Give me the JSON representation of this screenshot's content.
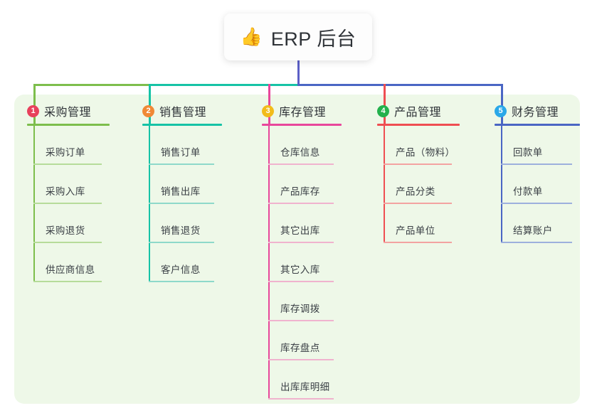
{
  "root": {
    "icon": "thumbs-up-icon",
    "emoji": "👍",
    "title": "ERP 后台"
  },
  "palette": {
    "panel_bg": "#eef8e8",
    "page_bg": "#ffffff",
    "text": "#2f3338",
    "root_trunk": "#5b5fc7"
  },
  "columns": [
    {
      "number": "1",
      "title": "采购管理",
      "badge_color": "#e8415c",
      "line_color": "#7dbe4c",
      "leaf_color": "#b6dc9a",
      "connector_color": "#7dbe4c",
      "children": [
        "采购订单",
        "采购入库",
        "采购退货",
        "供应商信息"
      ]
    },
    {
      "number": "2",
      "title": "销售管理",
      "badge_color": "#f08936",
      "line_color": "#16c3a6",
      "leaf_color": "#8ed9ca",
      "connector_color": "#16c3a6",
      "children": [
        "销售订单",
        "销售出库",
        "销售退货",
        "客户信息"
      ]
    },
    {
      "number": "3",
      "title": "库存管理",
      "badge_color": "#f2bc1b",
      "line_color": "#e8479b",
      "leaf_color": "#f0b3ce",
      "connector_color": "#e8479b",
      "children": [
        "仓库信息",
        "产品库存",
        "其它出库",
        "其它入库",
        "库存调拨",
        "库存盘点",
        "出库库明细"
      ]
    },
    {
      "number": "4",
      "title": "产品管理",
      "badge_color": "#23b14d",
      "line_color": "#ef4e52",
      "leaf_color": "#f3a3a1",
      "connector_color": "#ef4e52",
      "children": [
        "产品（物料）",
        "产品分类",
        "产品单位"
      ]
    },
    {
      "number": "5",
      "title": "财务管理",
      "badge_color": "#2aa8e8",
      "line_color": "#4a66c4",
      "leaf_color": "#9db0dd",
      "connector_color": "#4a66c4",
      "children": [
        "回款单",
        "付款单",
        "结算账户"
      ]
    }
  ]
}
